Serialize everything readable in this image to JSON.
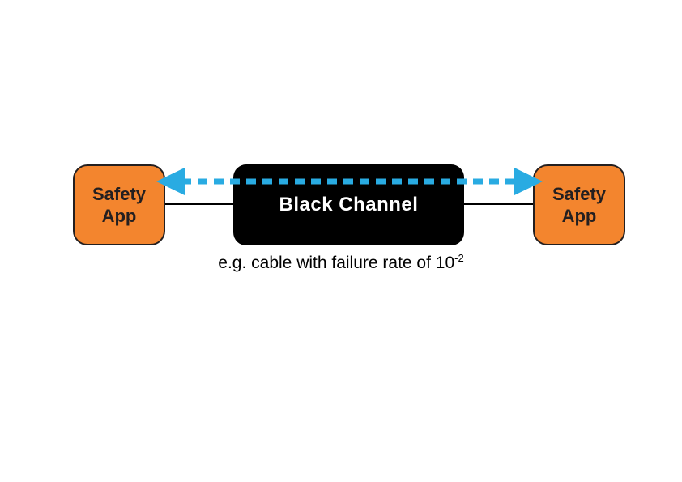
{
  "nodes": {
    "safety_app_left": {
      "label": "Safety App"
    },
    "black_channel": {
      "label": "Black Channel"
    },
    "safety_app_right": {
      "label": "Safety App"
    }
  },
  "caption": {
    "text": "e.g. cable with failure rate of 10",
    "exponent": "-2"
  },
  "colors": {
    "background": "#ffffff",
    "orange": "#F3852E",
    "blue": "#29ABE2",
    "black": "#000000",
    "outline": "#231F20",
    "label_text": "#231F20",
    "channel_text": "#ffffff"
  }
}
